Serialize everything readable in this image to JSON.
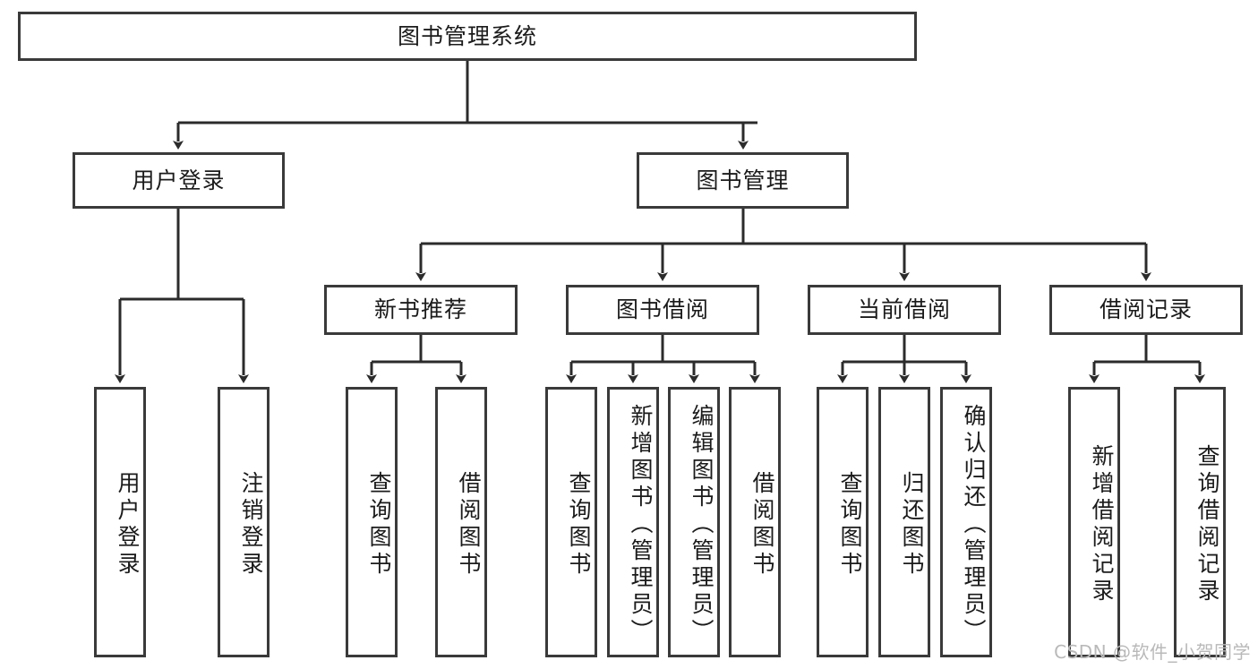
{
  "diagram": {
    "type": "tree-hierarchy",
    "title": "图书管理系统",
    "watermark": "CSDN @软件_小贺同学",
    "colors": {
      "border": "#3a3a3a",
      "background": "#ffffff",
      "text": "#1b1b1b",
      "watermark": "#b9b9b9"
    },
    "root": {
      "label": "图书管理系统",
      "level": 0
    },
    "level1": [
      {
        "label": "用户登录"
      },
      {
        "label": "图书管理"
      }
    ],
    "level2": [
      {
        "label": "新书推荐",
        "parent": "图书管理"
      },
      {
        "label": "图书借阅",
        "parent": "图书管理"
      },
      {
        "label": "当前借阅",
        "parent": "图书管理"
      },
      {
        "label": "借阅记录",
        "parent": "图书管理"
      }
    ],
    "leaves": {
      "user_login": [
        {
          "label": "用户登录"
        },
        {
          "label": "注销登录"
        }
      ],
      "new_book_recommend": [
        {
          "label": "查询图书"
        },
        {
          "label": "借阅图书"
        }
      ],
      "book_borrow": [
        {
          "label": "查询图书"
        },
        {
          "label": "新增图书（管理员）"
        },
        {
          "label": "编辑图书（管理员）"
        },
        {
          "label": "借阅图书"
        }
      ],
      "current_borrow": [
        {
          "label": "查询图书"
        },
        {
          "label": "归还图书"
        },
        {
          "label": "确认归还（管理员）"
        }
      ],
      "borrow_record": [
        {
          "label": "新增借阅记录"
        },
        {
          "label": "查询借阅记录"
        }
      ]
    }
  }
}
